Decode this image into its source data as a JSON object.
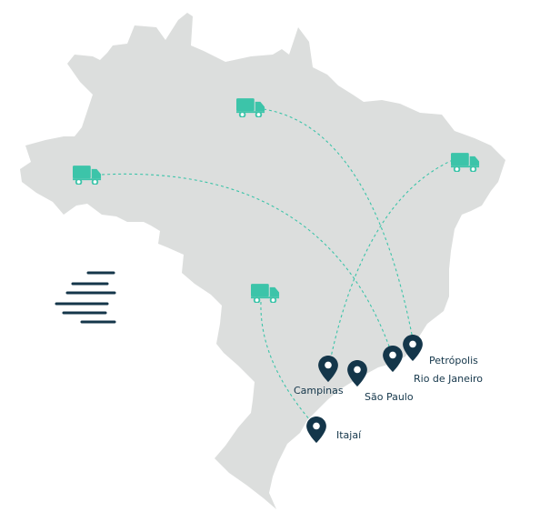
{
  "colors": {
    "land": "#dcdedd",
    "route": "#3cc4a9",
    "truck": "#3cc4a9",
    "pin": "#14364a",
    "speed_lines": "#14364a",
    "background": "#ffffff"
  },
  "trucks": [
    {
      "icon": "truck-icon"
    },
    {
      "icon": "truck-icon"
    },
    {
      "icon": "truck-icon"
    },
    {
      "icon": "truck-icon"
    }
  ],
  "cities": [
    {
      "name": "Petrópolis",
      "icon": "map-pin-icon"
    },
    {
      "name": "Rio de Janeiro",
      "icon": "map-pin-icon"
    },
    {
      "name": "Campinas",
      "icon": "map-pin-icon"
    },
    {
      "name": "São Paulo",
      "icon": "map-pin-icon"
    },
    {
      "name": "Itajaí",
      "icon": "map-pin-icon"
    }
  ],
  "decoration": {
    "icon": "speed-lines-icon"
  }
}
